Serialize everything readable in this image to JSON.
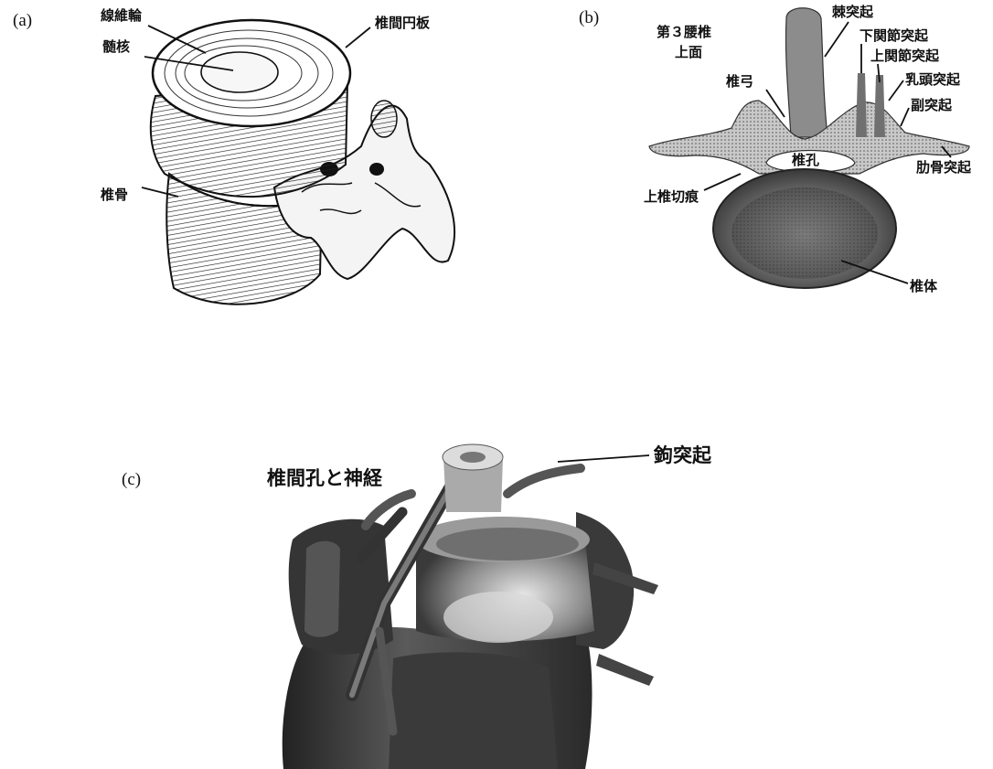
{
  "panels": {
    "a": {
      "label": "(a)",
      "annotations": {
        "annulus": "線維輪",
        "nucleus": "髄核",
        "disc": "椎間円板",
        "vertebra": "椎骨"
      }
    },
    "b": {
      "label": "(b)",
      "title_line1": "第３腰椎",
      "title_line2": "上面",
      "annotations": {
        "spinous": "棘突起",
        "inferior_articular": "下関節突起",
        "superior_articular": "上関節突起",
        "mammillary": "乳頭突起",
        "accessory": "副突起",
        "costal": "肋骨突起",
        "arch": "椎弓",
        "foramen": "椎孔",
        "notch": "上椎切痕",
        "body": "椎体"
      }
    },
    "c": {
      "label": "(c)",
      "annotations": {
        "foramen_nerve": "椎間孔と神経",
        "uncinate": "鉤突起"
      }
    }
  }
}
